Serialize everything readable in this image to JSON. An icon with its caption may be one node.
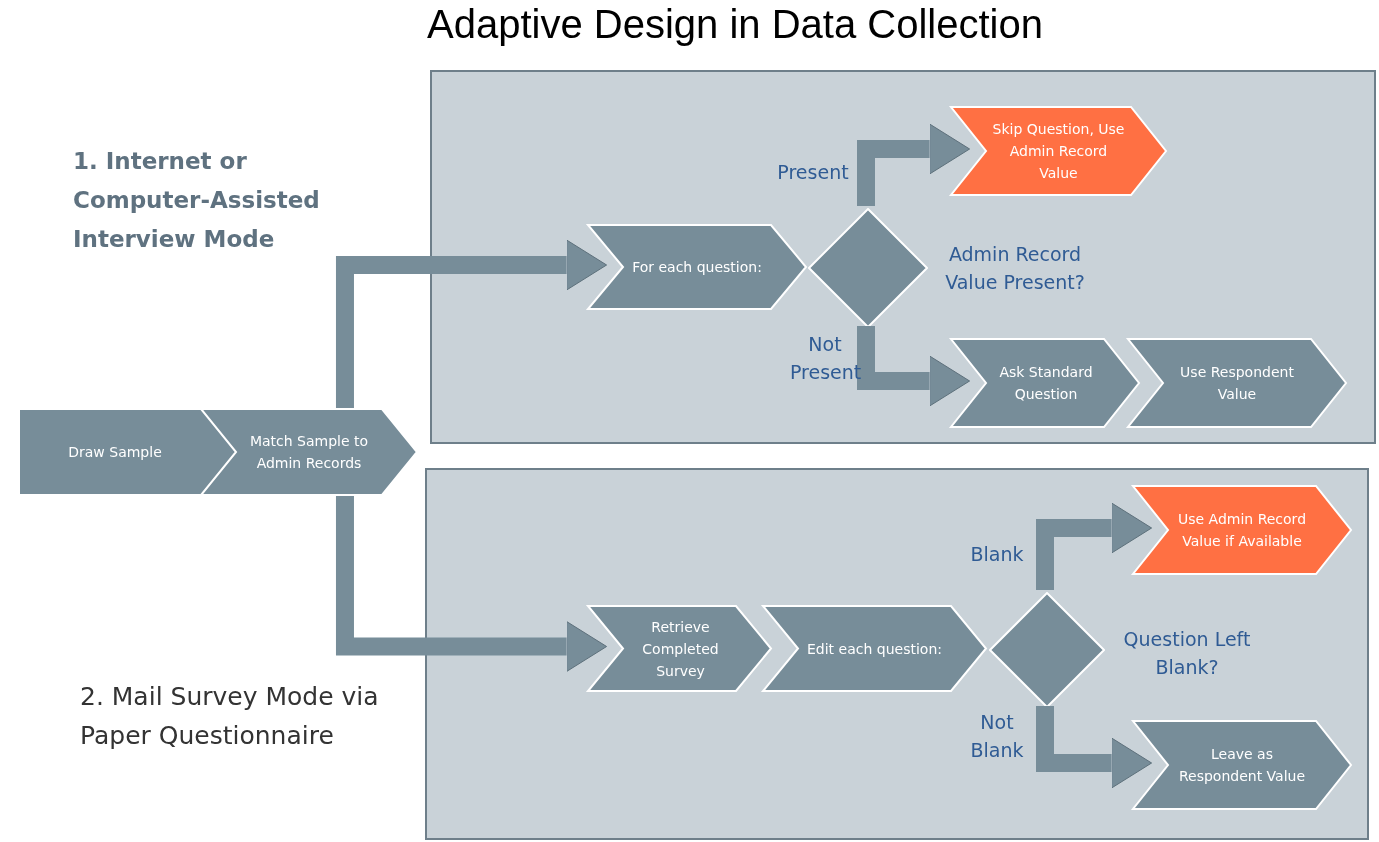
{
  "diagram": {
    "title": "Adaptive Design in Data Collection",
    "nodes": [
      {
        "text": [],
        "shape": "box"
      },
      {
        "text": [],
        "shape": "box"
      },
      {
        "text": [
          "Draw Sample"
        ]
      },
      {
        "text": [
          "Match Sample to Admin Records"
        ]
      },
      {
        "text": [
          "For each question:"
        ],
        "in": 0
      },
      {
        "text": [],
        "shape": "diamond",
        "in": 0,
        "beside": [
          "Admin Record Value Present?"
        ]
      },
      {
        "text": [
          "Skip Question, Use Admin Record Value"
        ],
        "in": 0
      },
      {
        "text": [
          "Ask Standard Question"
        ],
        "in": 0
      },
      {
        "text": [
          "Use Respondent Value"
        ],
        "in": 0
      },
      {
        "text": [
          "Retrieve Completed Survey"
        ],
        "in": 1
      },
      {
        "text": [
          "Edit each question:"
        ],
        "in": 1
      },
      {
        "text": [],
        "shape": "diamond",
        "in": 1,
        "beside": [
          "Question Left Blank?"
        ]
      },
      {
        "text": [
          "Use Admin Record Value if Available"
        ],
        "in": 1
      },
      {
        "text": [
          "Leave as Respondent Value"
        ],
        "in": 1
      }
    ],
    "edges": [
      {
        "from": 3,
        "to": 4,
        "arrow": "to"
      },
      {
        "from": 3,
        "to": 9,
        "arrow": "to"
      },
      {
        "from": 5,
        "to": 6,
        "arrow": "to",
        "label": "Present"
      },
      {
        "from": 5,
        "to": 7,
        "arrow": "to",
        "label": "Not Present"
      },
      {
        "from": 11,
        "to": 12,
        "arrow": "to",
        "label": "Blank"
      },
      {
        "from": 11,
        "to": 13,
        "arrow": "to",
        "label": "Not Blank"
      }
    ],
    "labels": [
      "1.  Internet or Computer-Assisted Interview Mode",
      "2.  Mail Survey Mode via Paper Questionnaire"
    ]
  }
}
